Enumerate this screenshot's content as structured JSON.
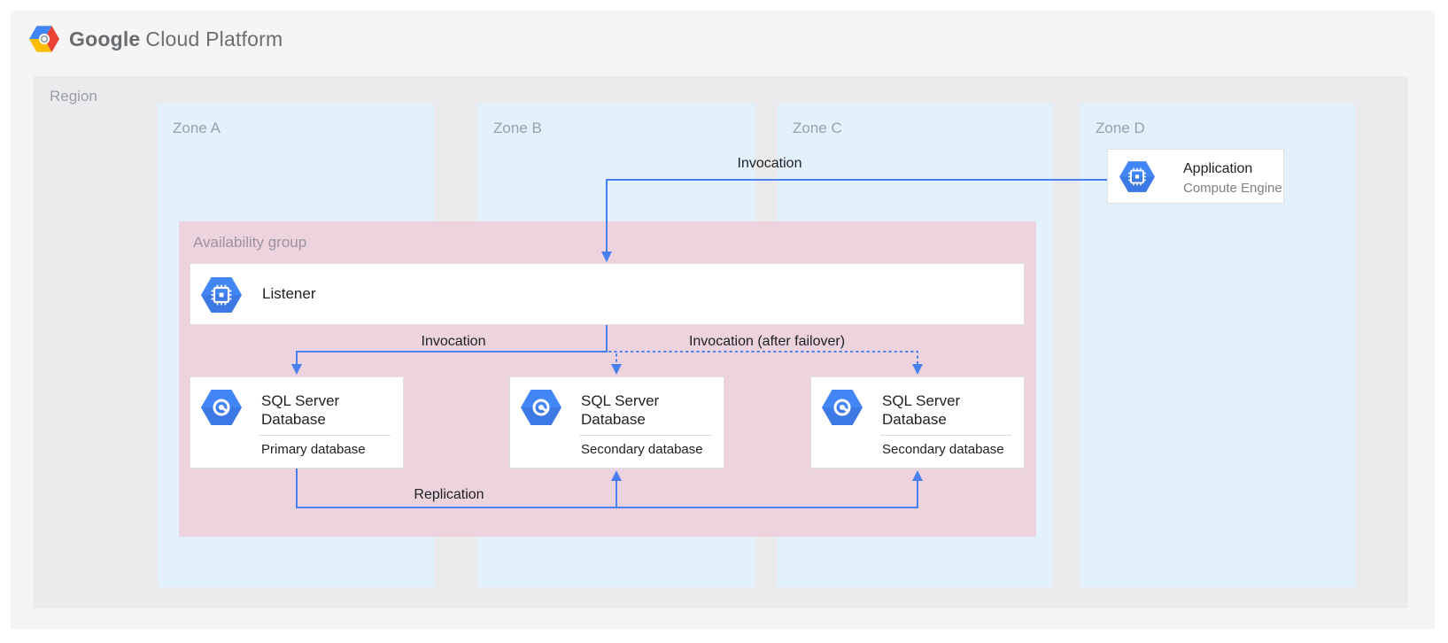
{
  "header": {
    "logo_part1": "Google",
    "logo_part2": "Cloud Platform"
  },
  "region": {
    "label": "Region"
  },
  "zones": [
    {
      "label": "Zone A"
    },
    {
      "label": "Zone B"
    },
    {
      "label": "Zone C"
    },
    {
      "label": "Zone D"
    }
  ],
  "availability_group": {
    "label": "Availability group"
  },
  "nodes": {
    "application": {
      "title": "Application",
      "subtitle": "Compute Engine",
      "icon": "compute-engine-hexagon-icon"
    },
    "listener": {
      "title": "Listener",
      "icon": "compute-engine-hexagon-icon"
    },
    "databases": [
      {
        "title": "SQL Server Database",
        "subtitle": "Primary database",
        "icon": "sql-server-hexagon-icon"
      },
      {
        "title": "SQL Server Database",
        "subtitle": "Secondary database",
        "icon": "sql-server-hexagon-icon"
      },
      {
        "title": "SQL Server Database",
        "subtitle": "Secondary database",
        "icon": "sql-server-hexagon-icon"
      }
    ]
  },
  "edges": {
    "invocation_top": "Invocation",
    "invocation_primary": "Invocation",
    "invocation_failover": "Invocation (after failover)",
    "replication": "Replication"
  },
  "colors": {
    "panel_bg": "#f5f5f6",
    "region_bg": "#ebebed",
    "zone_bg": "#e3f1fd",
    "availability_group_bg": "#ecd3de",
    "card_border": "#e0e0e0",
    "arrow_blue": "#4a80ee",
    "icon_blue": "#4285f4",
    "icon_blue_shade": "#3a70d8",
    "label_gray": "#9aa0a6",
    "text_dark": "#212121",
    "logo_gray": "#6b6e71",
    "google_blue": "#4285f4",
    "google_red": "#ea4335",
    "google_yellow": "#fbbc05"
  }
}
